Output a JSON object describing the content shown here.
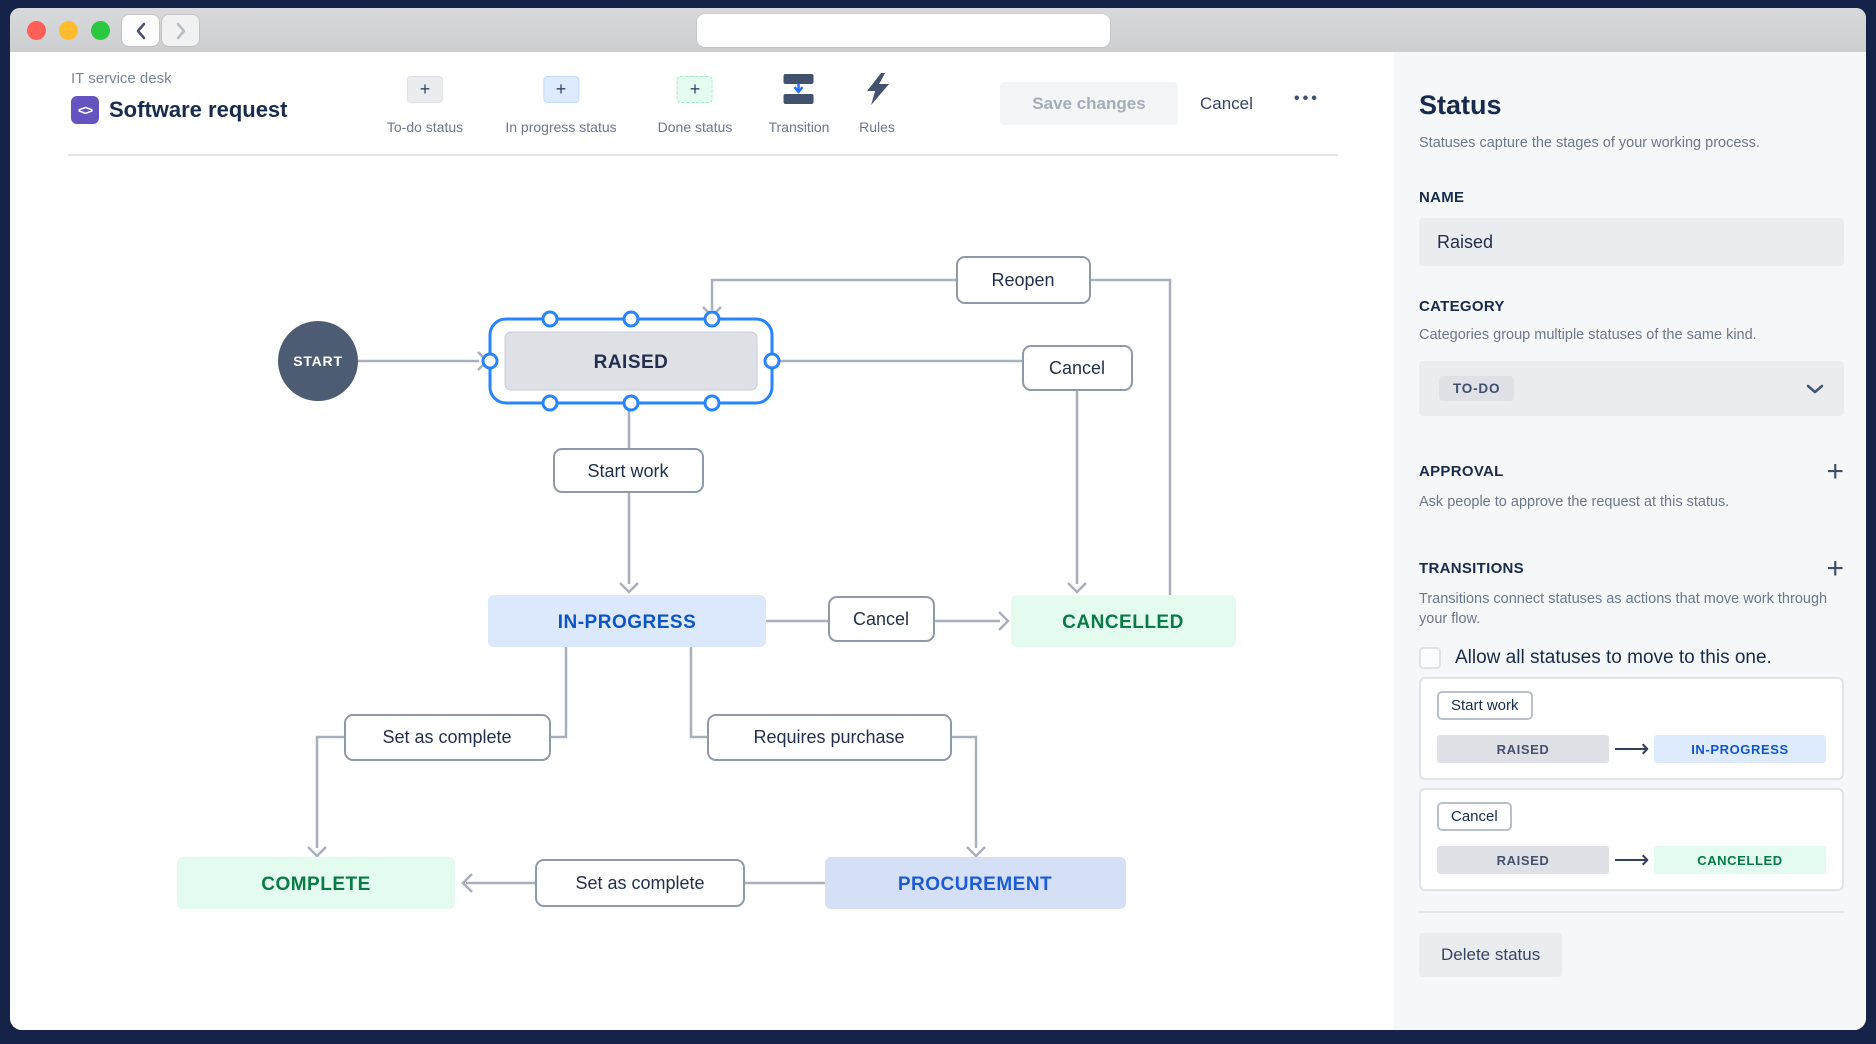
{
  "browser": {
    "back_icon": "chevron-left-icon",
    "forward_icon": "chevron-right-icon",
    "address_value": ""
  },
  "toolbar": {
    "breadcrumb": "IT service desk",
    "title": "Software request",
    "project_icon": "code-icon",
    "add_buttons": [
      {
        "label": "To-do status"
      },
      {
        "label": "In progress status"
      },
      {
        "label": "Done status"
      }
    ],
    "transition_label": "Transition",
    "rules_label": "Rules",
    "save_label": "Save changes",
    "cancel_label": "Cancel",
    "more_label": "•••"
  },
  "diagram": {
    "start": "START",
    "raised": "RAISED",
    "in_progress": "IN-PROGRESS",
    "cancelled": "CANCELLED",
    "complete": "COMPLETE",
    "procurement": "PROCUREMENT",
    "labels": {
      "reopen": "Reopen",
      "cancel_top": "Cancel",
      "start_work": "Start work",
      "cancel_mid": "Cancel",
      "set_as_complete_upper": "Set as complete",
      "requires_purchase": "Requires purchase",
      "set_as_complete_lower": "Set as complete"
    }
  },
  "panel": {
    "title": "Status",
    "description": "Statuses capture the stages of your working process.",
    "name_label": "NAME",
    "name_value": "Raised",
    "category_label": "CATEGORY",
    "category_description": "Categories group multiple statuses of the same kind.",
    "category_value": "TO-DO",
    "approval_label": "APPROVAL",
    "approval_description": "Ask people to approve the request at this status.",
    "transitions_label": "TRANSITIONS",
    "transitions_description": "Transitions connect statuses as actions that move work through your flow.",
    "allow_all_label": "Allow all statuses to move to this one.",
    "transitions": [
      {
        "name": "Start work",
        "from": "RAISED",
        "to": "IN-PROGRESS"
      },
      {
        "name": "Cancel",
        "from": "RAISED",
        "to": "CANCELLED"
      }
    ],
    "delete_label": "Delete status"
  },
  "ui": {
    "plus": "+",
    "arrow_right": "⟶"
  },
  "colors": {
    "selection_blue": "#2684ff",
    "todo_gray_bg": "#dfe1e6",
    "inprogress_blue_bg": "#deebff",
    "inprogress_blue_text": "#1155cc",
    "done_green_bg": "#e3fcef",
    "done_green_text": "#067a46",
    "dark_navy_text": "#172b4d",
    "frame_navy": "#142347",
    "purple_brand": "#6554c0"
  }
}
